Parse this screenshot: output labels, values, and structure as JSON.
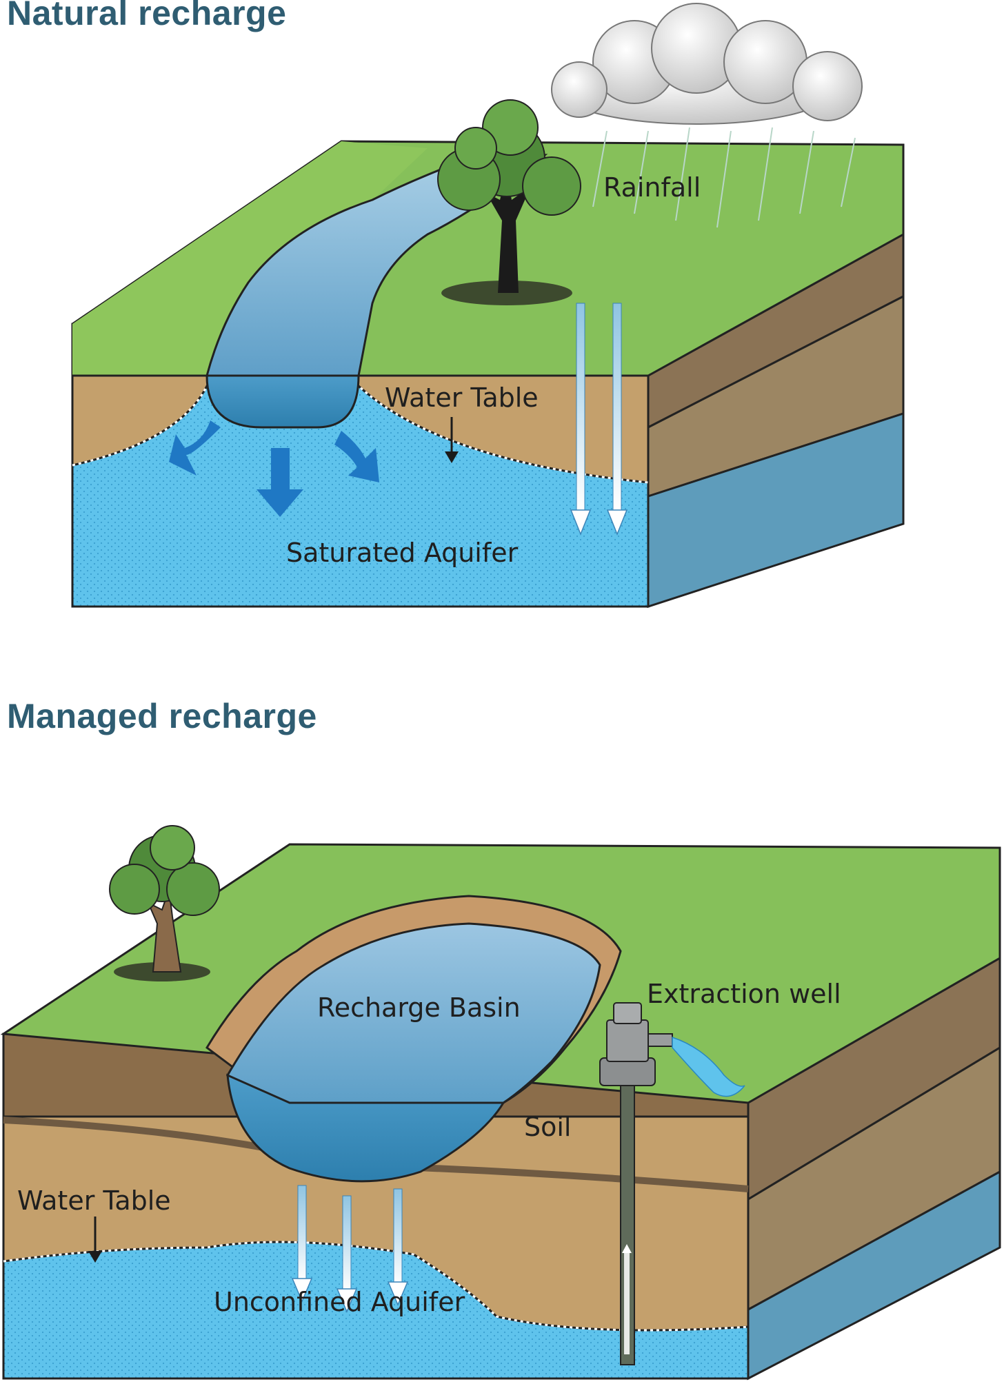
{
  "natural": {
    "title": "Natural recharge",
    "labels": {
      "rainfall": "Rainfall",
      "water_table": "Water Table",
      "aquifer": "Saturated Aquifer"
    }
  },
  "managed": {
    "title": "Managed recharge",
    "labels": {
      "basin": "Recharge Basin",
      "well": "Extraction well",
      "soil": "Soil",
      "water_table": "Water Table",
      "aquifer": "Unconfined Aquifer"
    }
  },
  "colors": {
    "title": "#2f5d72",
    "grass": "#7cb84a",
    "soil_top": "#8b6d4a",
    "soil_light": "#c4a06c",
    "aquifer": "#5fc3ec",
    "river": "#6aa8cf",
    "arrow": "#1f78c4"
  }
}
